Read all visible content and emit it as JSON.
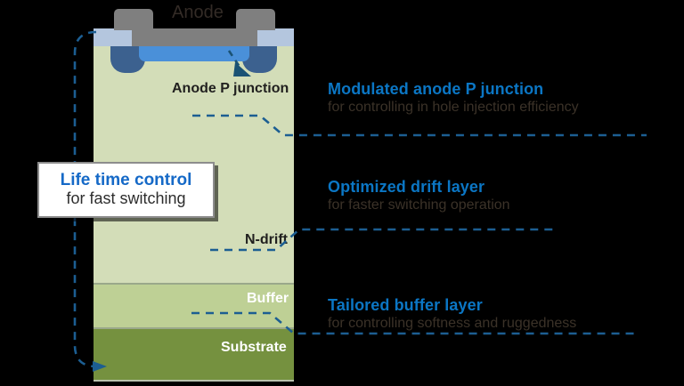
{
  "diagram": {
    "title": "Anode",
    "device_layers": [
      {
        "name": "N-drift",
        "label": "N-drift",
        "color": "#d3ddb8"
      },
      {
        "name": "Buffer",
        "label": "Buffer",
        "color": "#bed095"
      },
      {
        "name": "Substrate",
        "label": "Substrate",
        "color": "#75913f"
      }
    ],
    "anode_p_junction_label": "Anode P junction",
    "electrode_color": "#7f7f7f",
    "oxide_color": "#b4c6de",
    "p_well_color": "#3c618f",
    "p_junction_color": "#4a90d9",
    "accent_color": "#0b76c4",
    "dash_color": "#1c5e92"
  },
  "lifetime_box": {
    "heading": "Life time control",
    "subtext": "for fast switching",
    "heading_color": "#1569c7"
  },
  "callouts": [
    {
      "heading": "Modulated anode P junction",
      "subtext": "for controlling in hole injection efficiency"
    },
    {
      "heading": "Optimized drift layer",
      "subtext": "for faster switching operation"
    },
    {
      "heading": "Tailored buffer layer",
      "subtext": "for controlling softness and ruggedness"
    }
  ]
}
